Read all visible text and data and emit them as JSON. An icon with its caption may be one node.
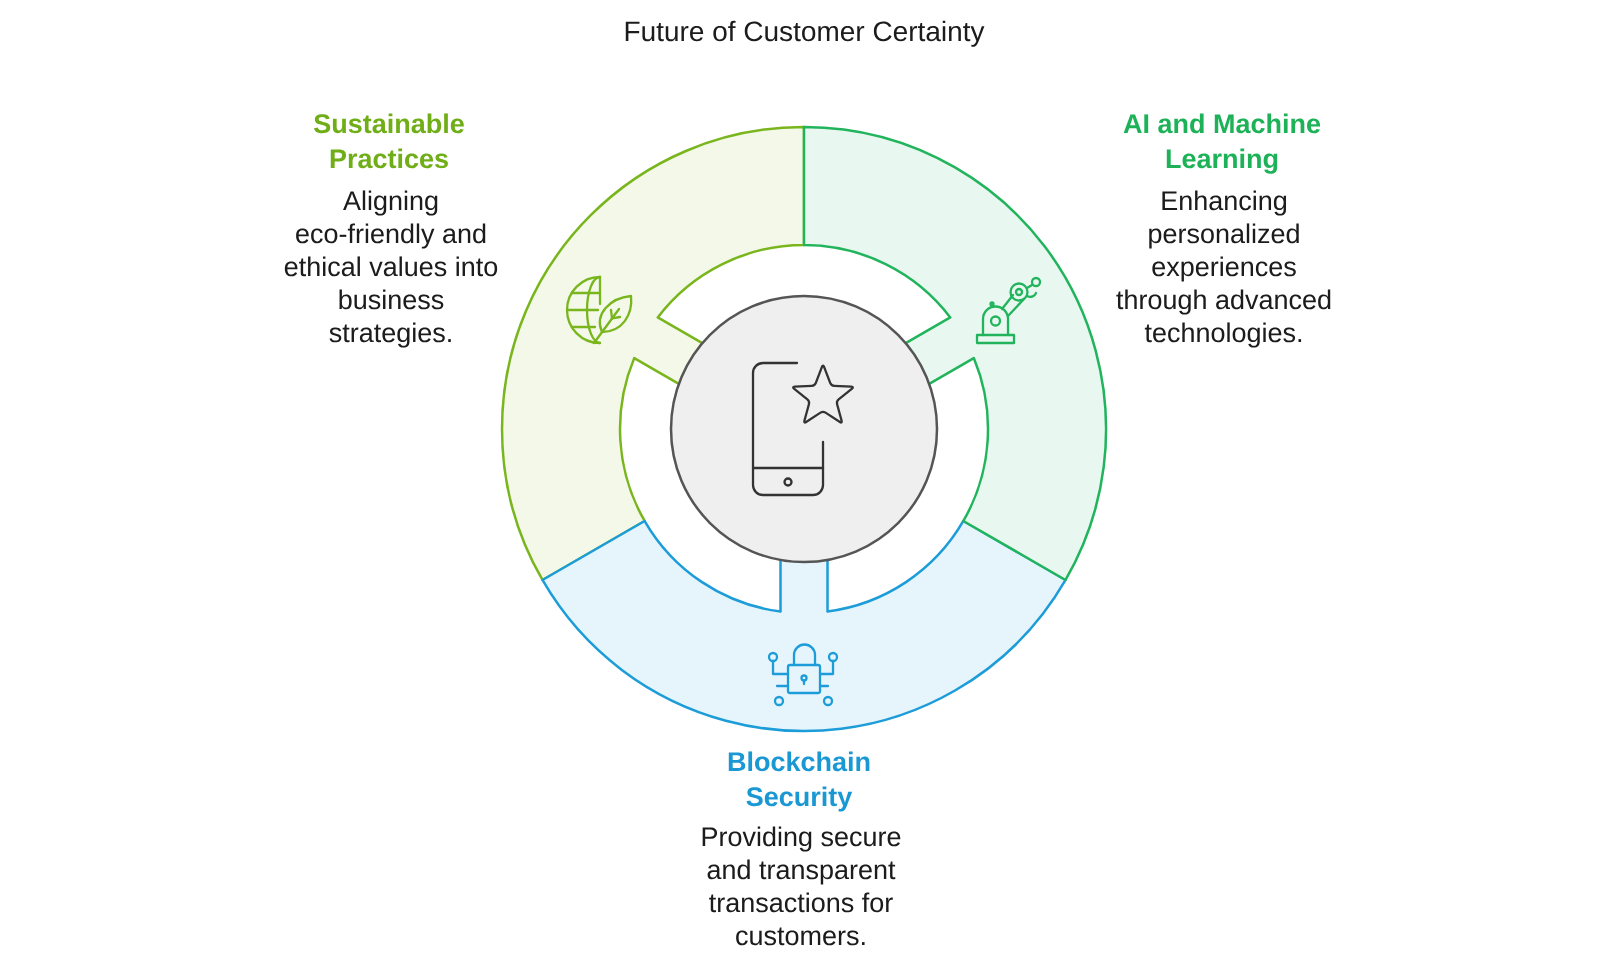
{
  "diagram": {
    "title": "Future of Customer Certainty",
    "nodes": [
      {
        "text": [],
        "shape": "sector",
        "beside": [
          "Sustainable Practices",
          "Aligning eco-friendly and ethical values into business strategies."
        ]
      },
      {
        "text": [],
        "shape": "sector",
        "beside": [
          "AI and Machine Learning",
          "Enhancing personalized experiences through advanced technologies."
        ]
      },
      {
        "text": [],
        "shape": "sector",
        "beside": [
          "Blockchain Security",
          "Providing secure and transparent transactions for customers."
        ]
      },
      {
        "text": [],
        "shape": "circle"
      }
    ]
  }
}
